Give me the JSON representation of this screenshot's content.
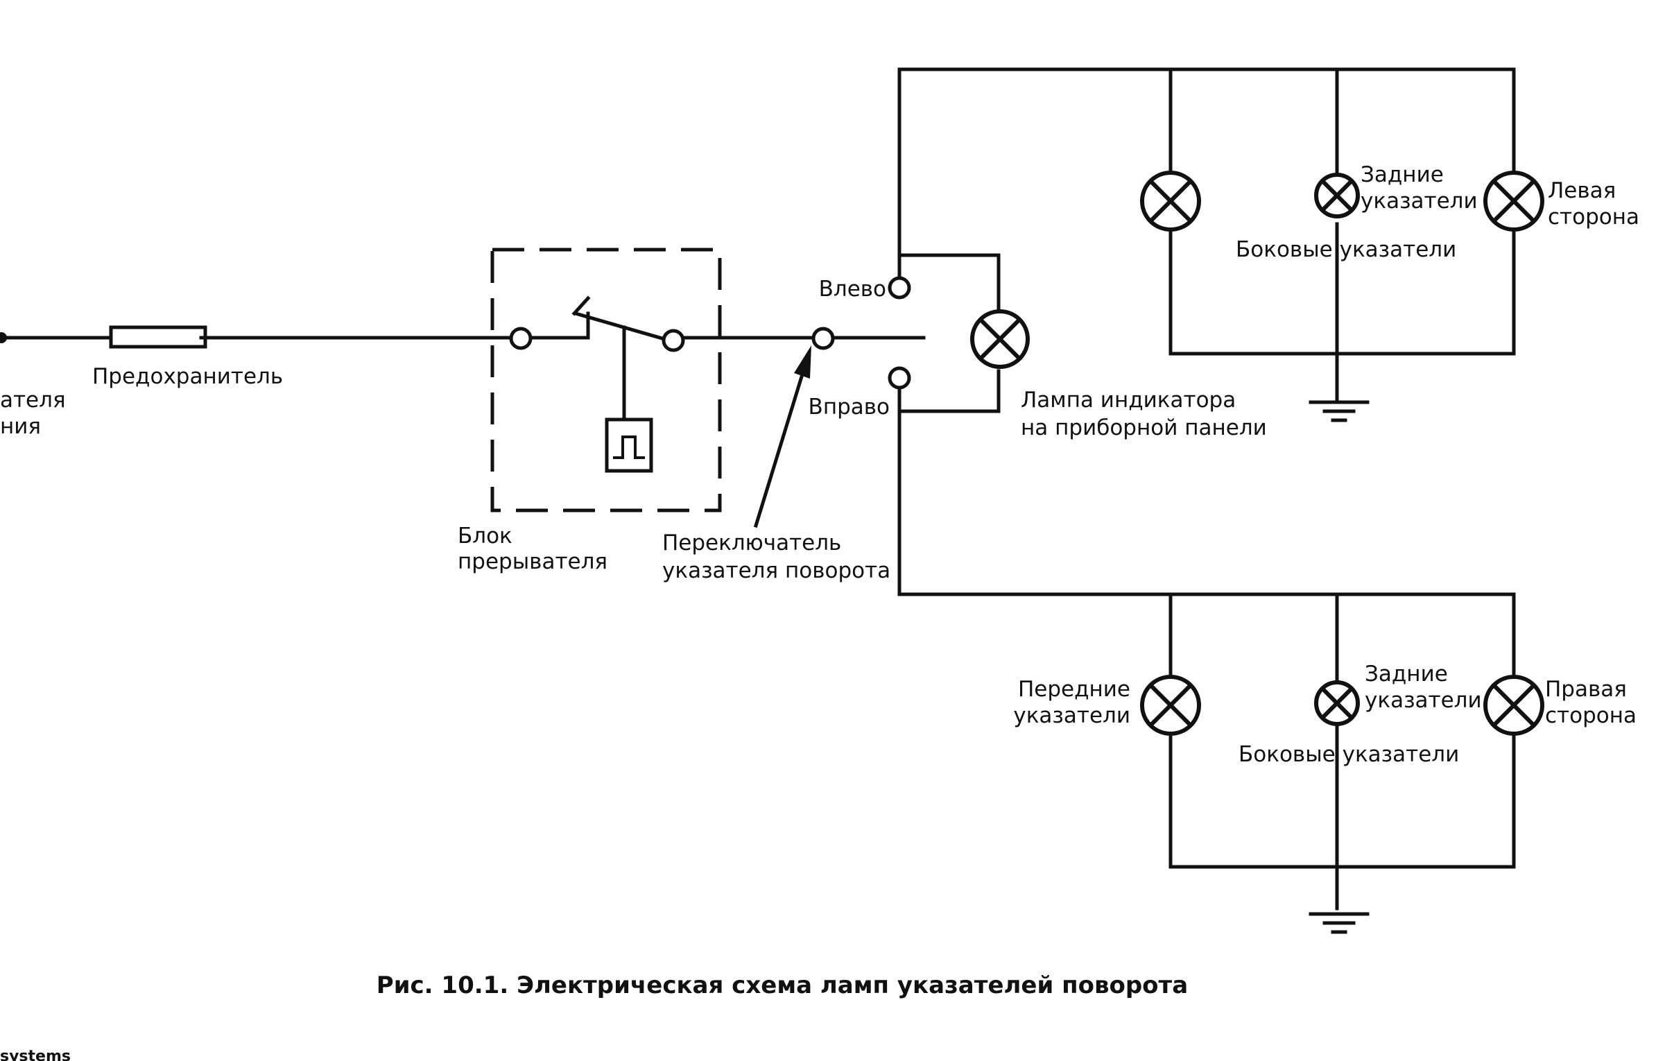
{
  "labels": {
    "supply_line1": "ателя",
    "supply_line2": "ния",
    "fuse": "Предохранитель",
    "flasher_line1": "Блок",
    "flasher_line2": "прерывателя",
    "switch_line1": "Переключатель",
    "switch_line2": "указателя поворота",
    "left": "Влево",
    "right": "Вправо",
    "indicator_line1": "Лампа индикатора",
    "indicator_line2": "на приборной панели",
    "left_rear_line1": "Задние",
    "left_rear_line2": "указатели",
    "left_side": "Боковые указатели",
    "left_side_line1": "Левая",
    "left_side_line2": "сторона",
    "front_line1": "Передние",
    "front_line2": "указатели",
    "right_rear_line1": "Задние",
    "right_rear_line2": "указатели",
    "right_side": "Боковые указатели",
    "right_side_line1": "Правая",
    "right_side_line2": "сторона"
  },
  "caption": "Рис. 10.1. Электрическая схема ламп указателей поворота",
  "footer_fragment": "systems"
}
